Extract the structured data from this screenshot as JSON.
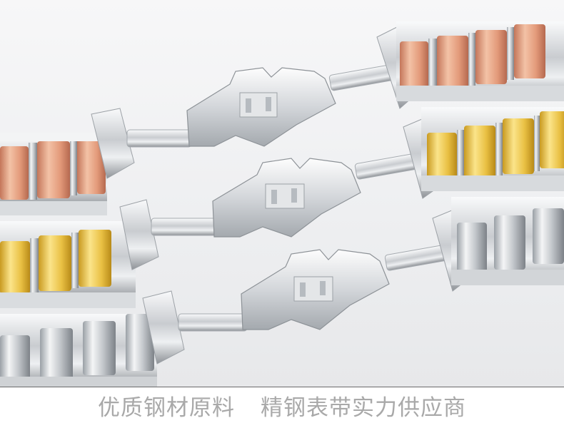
{
  "caption": {
    "part1": "优质钢材原料",
    "part2": "精钢表带实力供应商"
  },
  "bracelets": [
    {
      "name": "rose-gold-two-tone",
      "finish": "rose gold / steel"
    },
    {
      "name": "yellow-gold-two-tone",
      "finish": "gold / steel"
    },
    {
      "name": "stainless-steel",
      "finish": "steel"
    }
  ],
  "colors": {
    "background": "#eeeff1",
    "caption_text": "#a9a9a9",
    "steel": "#d8dbde",
    "rose_gold": "#e4a080",
    "yellow_gold": "#e8c24a"
  }
}
